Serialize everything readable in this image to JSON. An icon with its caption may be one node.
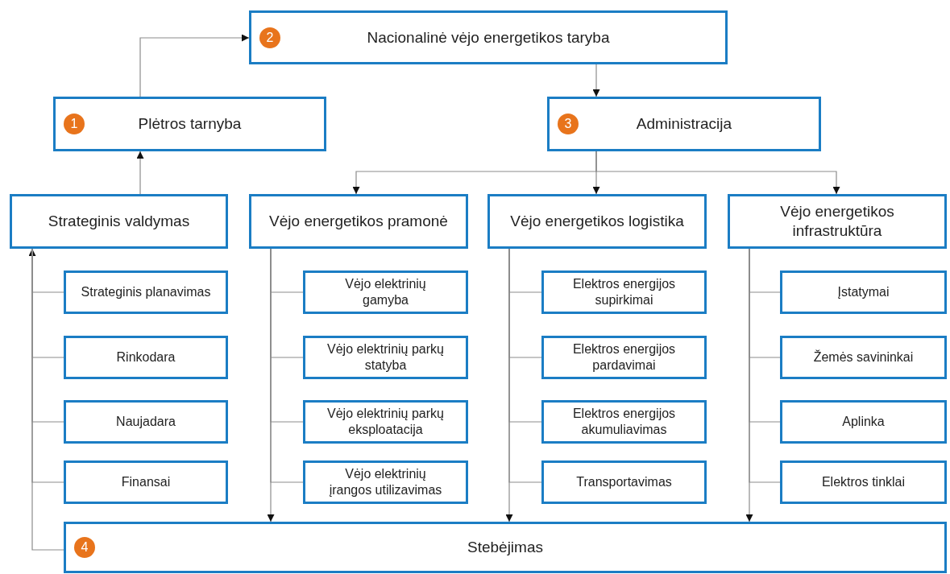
{
  "diagram": {
    "nodes": [
      {
        "text": [
          "2",
          "Nacionalinė vėjo energetikos taryba"
        ]
      },
      {
        "text": [
          "1",
          "Plėtros tarnyba"
        ]
      },
      {
        "text": [
          "3",
          "Administracija"
        ]
      },
      {
        "text": [
          "Strateginis valdymas"
        ]
      },
      {
        "text": [
          "Vėjo energetikos pramonė"
        ]
      },
      {
        "text": [
          "Vėjo energetikos logistika"
        ]
      },
      {
        "text": [
          "Vėjo energetikos infrastruktūra"
        ]
      },
      {
        "text": [
          "Strateginis planavimas"
        ]
      },
      {
        "text": [
          "Rinkodara"
        ]
      },
      {
        "text": [
          "Naujadara"
        ]
      },
      {
        "text": [
          "Finansai"
        ]
      },
      {
        "text": [
          "Vėjo elektrinių gamyba"
        ]
      },
      {
        "text": [
          "Vėjo elektrinių parkų statyba"
        ]
      },
      {
        "text": [
          "Vėjo elektrinių parkų eksploatacija"
        ]
      },
      {
        "text": [
          "Vėjo elektrinių įrangos utilizavimas"
        ]
      },
      {
        "text": [
          "Elektros energijos supirkimai"
        ]
      },
      {
        "text": [
          "Elektros energijos pardavimai"
        ]
      },
      {
        "text": [
          "Elektros energijos akumuliavimas"
        ]
      },
      {
        "text": [
          "Transportavimas"
        ]
      },
      {
        "text": [
          "Įstatymai"
        ]
      },
      {
        "text": [
          "Žemės savininkai"
        ]
      },
      {
        "text": [
          "Aplinka"
        ]
      },
      {
        "text": [
          "Elektros tinklai"
        ]
      },
      {
        "text": [
          "4",
          "Stebėjimas"
        ]
      }
    ],
    "edges": [
      {
        "from": 1,
        "to": 0,
        "arrow": "to"
      },
      {
        "from": 0,
        "to": 2,
        "arrow": "to"
      },
      {
        "from": 2,
        "to": 4,
        "arrow": "to"
      },
      {
        "from": 2,
        "to": 5,
        "arrow": "to"
      },
      {
        "from": 2,
        "to": 6,
        "arrow": "to"
      },
      {
        "from": 3,
        "to": 1,
        "arrow": "to"
      },
      {
        "from": 23,
        "to": 3,
        "arrow": "to"
      },
      {
        "from": 3,
        "to": 7,
        "arrow": "none"
      },
      {
        "from": 3,
        "to": 8,
        "arrow": "none"
      },
      {
        "from": 3,
        "to": 9,
        "arrow": "none"
      },
      {
        "from": 3,
        "to": 10,
        "arrow": "none"
      },
      {
        "from": 4,
        "to": 23,
        "arrow": "to"
      },
      {
        "from": 4,
        "to": 11,
        "arrow": "none"
      },
      {
        "from": 4,
        "to": 12,
        "arrow": "none"
      },
      {
        "from": 4,
        "to": 13,
        "arrow": "none"
      },
      {
        "from": 4,
        "to": 14,
        "arrow": "none"
      },
      {
        "from": 5,
        "to": 23,
        "arrow": "to"
      },
      {
        "from": 5,
        "to": 15,
        "arrow": "none"
      },
      {
        "from": 5,
        "to": 16,
        "arrow": "none"
      },
      {
        "from": 5,
        "to": 17,
        "arrow": "none"
      },
      {
        "from": 5,
        "to": 18,
        "arrow": "none"
      },
      {
        "from": 6,
        "to": 23,
        "arrow": "to"
      },
      {
        "from": 6,
        "to": 19,
        "arrow": "none"
      },
      {
        "from": 6,
        "to": 20,
        "arrow": "none"
      },
      {
        "from": 6,
        "to": 21,
        "arrow": "none"
      },
      {
        "from": 6,
        "to": 22,
        "arrow": "none"
      }
    ]
  }
}
